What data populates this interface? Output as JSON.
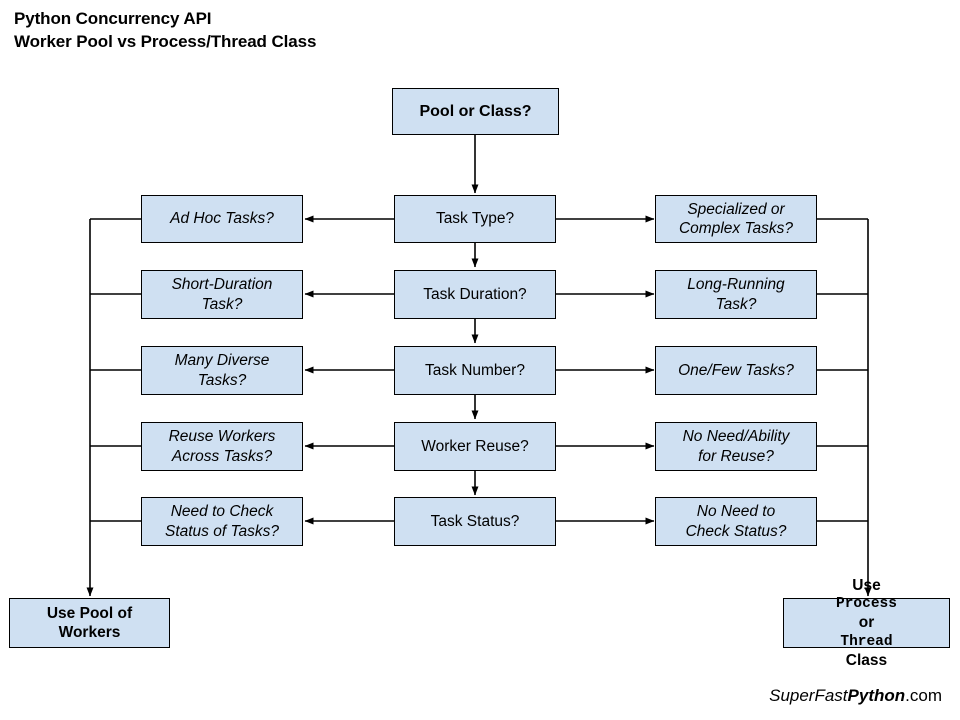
{
  "title": {
    "line1": "Python Concurrency API",
    "line2": "Worker Pool vs Process/Thread Class"
  },
  "colors": {
    "node_fill": "#cfe0f2",
    "node_border": "#000000",
    "connector": "#000000",
    "background": "#ffffff"
  },
  "root": {
    "label": "Pool or Class?"
  },
  "center_nodes": [
    {
      "label": "Task Type?"
    },
    {
      "label": "Task Duration?"
    },
    {
      "label": "Task Number?"
    },
    {
      "label": "Worker Reuse?"
    },
    {
      "label": "Task Status?"
    }
  ],
  "left_nodes": [
    {
      "line1": "Ad Hoc Tasks?",
      "line2": ""
    },
    {
      "line1": "Short-Duration",
      "line2": "Task?"
    },
    {
      "line1": "Many Diverse",
      "line2": "Tasks?"
    },
    {
      "line1": "Reuse Workers",
      "line2": "Across Tasks?"
    },
    {
      "line1": "Need to Check",
      "line2": "Status of Tasks?"
    }
  ],
  "right_nodes": [
    {
      "line1": "Specialized or",
      "line2": "Complex Tasks?"
    },
    {
      "line1": "Long-Running",
      "line2": "Task?"
    },
    {
      "line1": "One/Few Tasks?",
      "line2": ""
    },
    {
      "line1": "No Need/Ability",
      "line2": "for Reuse?"
    },
    {
      "line1": "No Need to",
      "line2": "Check Status?"
    }
  ],
  "terminals": {
    "left": {
      "line1": "Use Pool of",
      "line2": "Workers"
    },
    "right": {
      "prefix": "Use ",
      "mono1": "Process",
      "middle": " or",
      "mono2": "Thread",
      "suffix": " Class"
    }
  },
  "footer": {
    "part1": "SuperFast",
    "part2": "Python",
    "part3": ".com"
  }
}
